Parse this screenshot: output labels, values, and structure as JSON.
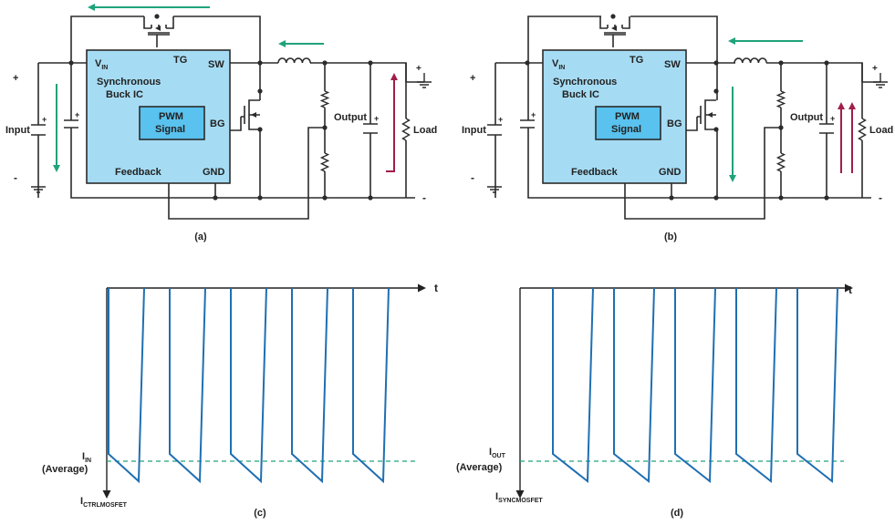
{
  "colors": {
    "ic_fill": "#a6dcf3",
    "pwm_fill": "#59c2ee",
    "green_arrow": "#1fa37a",
    "red_arrow": "#a01e4a",
    "waveform": "#1f6fb2",
    "average_line": "#1fa37a",
    "wire": "#2b2b2b"
  },
  "icons": {
    "mosfet": "mosfet-icon",
    "inductor": "inductor-icon",
    "capacitor": "capacitor-icon",
    "resistor": "resistor-icon",
    "ground": "ground-icon",
    "current_arrow": "arrow-icon"
  },
  "circuits": [
    {
      "id": "a",
      "caption": "(a)",
      "ic_line1": "Synchronous",
      "ic_line2": "Buck IC",
      "vin_main": "V",
      "vin_sub": "IN",
      "tg": "TG",
      "sw": "SW",
      "bg": "BG",
      "gnd": "GND",
      "feedback": "Feedback",
      "pwm_line1": "PWM",
      "pwm_line2": "Signal",
      "input": "Input",
      "output": "Output",
      "load": "Load",
      "plus": "+",
      "minus": "-"
    },
    {
      "id": "b",
      "caption": "(b)",
      "ic_line1": "Synchronous",
      "ic_line2": "Buck IC",
      "vin_main": "V",
      "vin_sub": "IN",
      "tg": "TG",
      "sw": "SW",
      "bg": "BG",
      "gnd": "GND",
      "feedback": "Feedback",
      "pwm_line1": "PWM",
      "pwm_line2": "Signal",
      "input": "Input",
      "output": "Output",
      "load": "Load",
      "plus": "+",
      "minus": "-"
    }
  ],
  "waveforms": [
    {
      "id": "c",
      "caption": "(c)",
      "t_label": "t",
      "avg_main": "I",
      "avg_sub": "IN",
      "avg_note": "(Average)",
      "axis_main": "I",
      "axis_sub": "CTRLMOSFET"
    },
    {
      "id": "d",
      "caption": "(d)",
      "t_label": "t",
      "avg_main": "I",
      "avg_sub": "OUT",
      "avg_note": "(Average)",
      "axis_main": "I",
      "axis_sub": "SYNCMOSFET"
    }
  ]
}
